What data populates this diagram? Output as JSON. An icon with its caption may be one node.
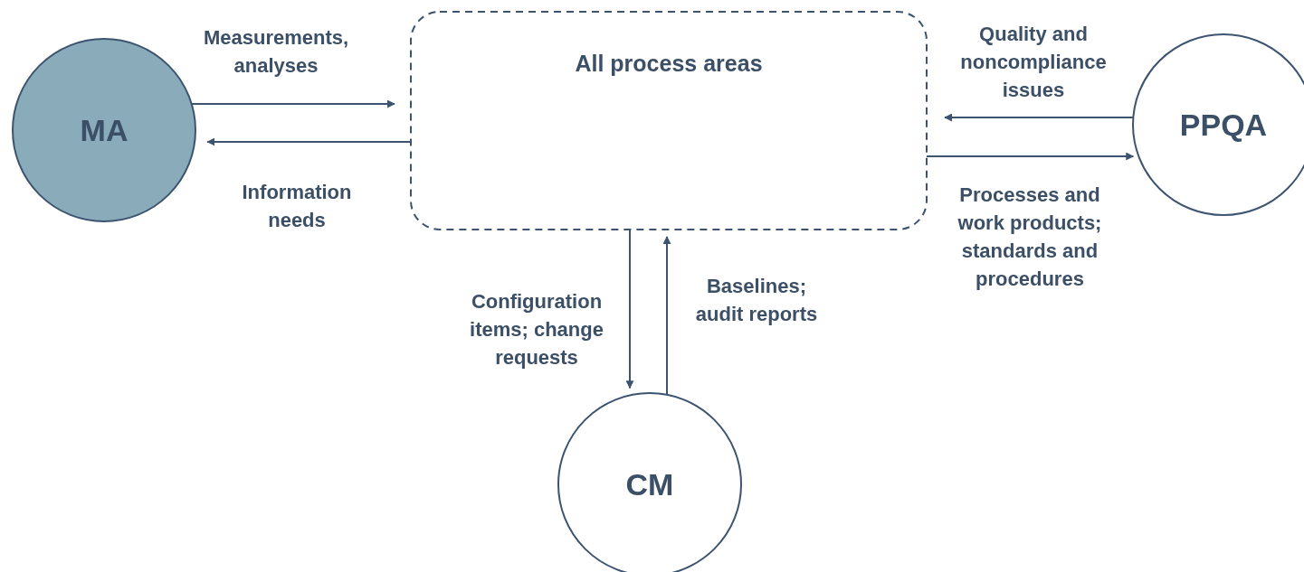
{
  "diagram": {
    "nodes": [
      {
        "text": [
          "MA"
        ]
      },
      {
        "text": [
          "All process areas"
        ]
      },
      {
        "text": [
          "PPQA"
        ]
      },
      {
        "text": [
          "CM"
        ]
      }
    ],
    "edges": [
      {
        "from": 0,
        "to": 1,
        "arrow": "to",
        "label": "Measurements, analyses"
      },
      {
        "from": 1,
        "to": 0,
        "arrow": "to",
        "label": "Information needs"
      },
      {
        "from": 2,
        "to": 1,
        "arrow": "to",
        "label": "Quality and noncompliance issues"
      },
      {
        "from": 1,
        "to": 2,
        "arrow": "to",
        "label": "Processes and work products; standards and procedures"
      },
      {
        "from": 1,
        "to": 3,
        "arrow": "to",
        "label": "Configuration items; change requests"
      },
      {
        "from": 3,
        "to": 1,
        "arrow": "to",
        "label": "Baselines; audit reports"
      }
    ]
  }
}
